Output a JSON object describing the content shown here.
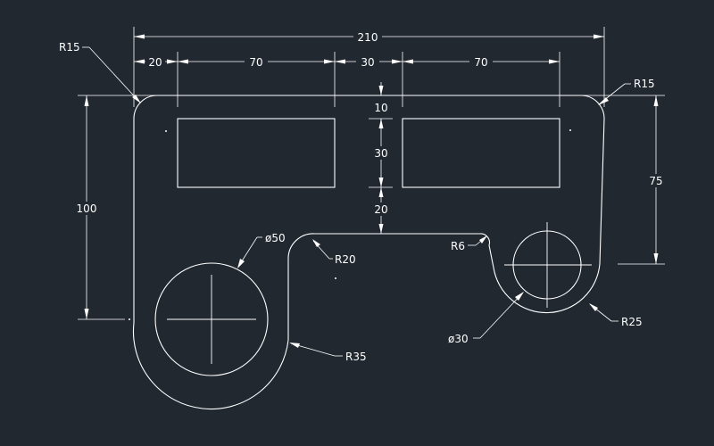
{
  "drawing": {
    "background": "#212830",
    "line_color": "#ffffff",
    "dimensions": {
      "overall_width": "210",
      "left_margin": "20",
      "left_window_width": "70",
      "window_gap": "30",
      "right_window_width": "70",
      "top_offset": "10",
      "window_height": "30",
      "lower_gap": "20",
      "overall_height": "100",
      "right_height": "75"
    },
    "radii": {
      "top_left_corner": "R15",
      "top_right_corner": "R15",
      "inner_fillet": "R20",
      "small_fillet": "R6",
      "right_lobe": "R25",
      "left_lobe": "R35"
    },
    "diameters": {
      "large_hole": "ø50",
      "small_hole": "ø30"
    }
  }
}
